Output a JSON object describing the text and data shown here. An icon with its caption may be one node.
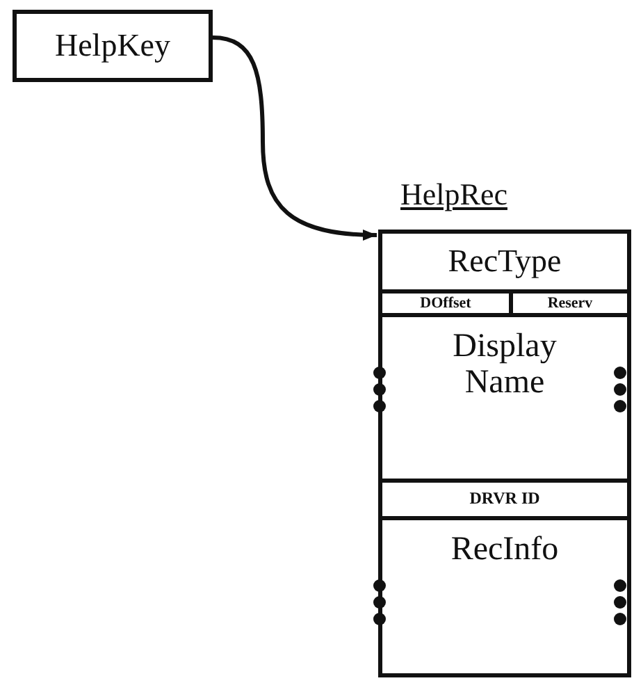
{
  "diagram": {
    "nodes": [
      {
        "text": [
          "HelpKey"
        ]
      },
      {
        "text": [
          "HelpRec"
        ]
      },
      {
        "text": [
          "RecType"
        ],
        "in": 1
      },
      {
        "text": [
          "DOffset"
        ],
        "in": 1
      },
      {
        "text": [
          "Reserv"
        ],
        "in": 1
      },
      {
        "text": [
          "Display Name"
        ],
        "in": 1
      },
      {
        "text": [
          "DRVR ID"
        ],
        "in": 1
      },
      {
        "text": [
          "RecInfo"
        ],
        "in": 1
      }
    ],
    "edges": [
      {
        "from": 0,
        "to": 1,
        "arrow": "to"
      }
    ]
  }
}
